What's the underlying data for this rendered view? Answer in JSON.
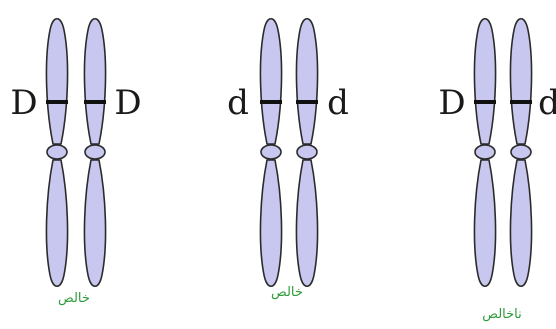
{
  "pairs": [
    {
      "left_allele": "D",
      "right_allele": "D",
      "caption": "خالص"
    },
    {
      "left_allele": "d",
      "right_allele": "d",
      "caption": "خالص"
    },
    {
      "left_allele": "D",
      "right_allele": "d",
      "caption": "ناخالص"
    }
  ],
  "colors": {
    "chromosome_fill": "#c7c7ef",
    "outline": "#2b2b2b",
    "caption": "#2e9a3a"
  }
}
